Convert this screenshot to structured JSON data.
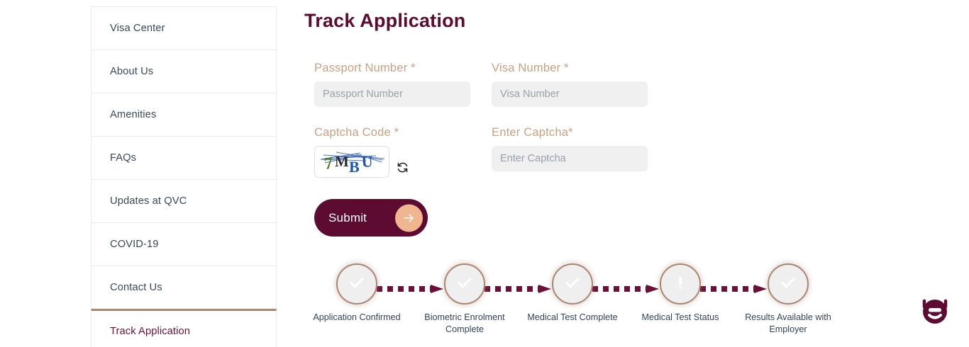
{
  "theme": {
    "brand_maroon": "#5e0b31",
    "label_tan": "#c9a182",
    "accent_peach": "#f0b68f",
    "ring_brown": "#a98572",
    "step_text": "#33425b",
    "input_bg": "#f0f0f0"
  },
  "sidebar": {
    "items": [
      {
        "label": "Visa Center",
        "active": false
      },
      {
        "label": "About Us",
        "active": false
      },
      {
        "label": "Amenities",
        "active": false
      },
      {
        "label": "FAQs",
        "active": false
      },
      {
        "label": "Updates at QVC",
        "active": false
      },
      {
        "label": "COVID-19",
        "active": false
      },
      {
        "label": "Contact Us",
        "active": false
      },
      {
        "label": "Track Application",
        "active": true
      }
    ]
  },
  "main": {
    "title": "Track Application",
    "form": {
      "passport": {
        "label": "Passport Number *",
        "placeholder": "Passport Number",
        "value": ""
      },
      "visa": {
        "label": "Visa Number *",
        "placeholder": "Visa Number",
        "value": ""
      },
      "captcha_code": {
        "label": "Captcha Code *",
        "image_text": "7MBU",
        "refresh_icon": "refresh-icon"
      },
      "captcha_entry": {
        "label": "Enter Captcha*",
        "placeholder": "Enter Captcha",
        "value": ""
      }
    },
    "submit": {
      "label": "Submit",
      "arrow_icon": "arrow-right-icon"
    }
  },
  "tracker": {
    "steps": [
      {
        "label": "Application Confirmed",
        "icon": "check-icon"
      },
      {
        "label": "Biometric Enrolment Complete",
        "icon": "check-icon"
      },
      {
        "label": "Medical Test Complete",
        "icon": "check-icon"
      },
      {
        "label": "Medical Test Status",
        "icon": "exclamation-icon"
      },
      {
        "label": "Results Available with Employer",
        "icon": "check-icon"
      }
    ]
  },
  "chat": {
    "icon": "chatbot-icon",
    "color": "#5e0b31"
  }
}
